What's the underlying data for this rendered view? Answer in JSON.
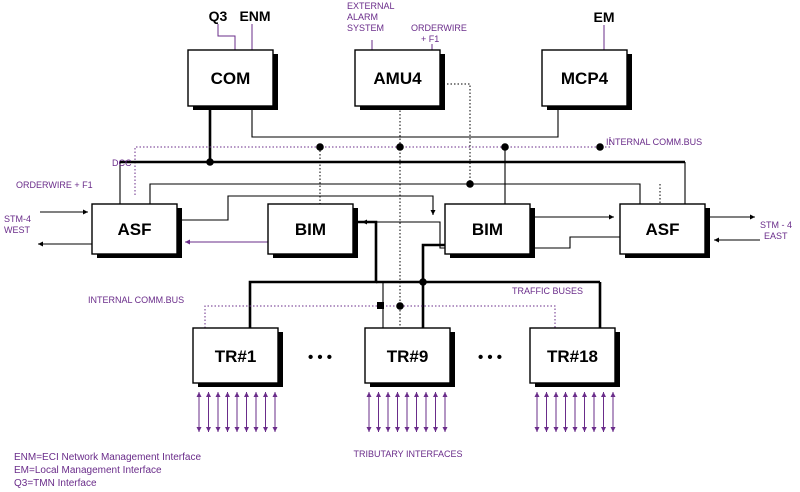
{
  "modules": {
    "com": "COM",
    "amu4": "AMU4",
    "mcp4": "MCP4",
    "asf_west": "ASF",
    "bim_left": "BIM",
    "bim_right": "BIM",
    "asf_east": "ASF",
    "tr1": "TR#1",
    "tr9": "TR#9",
    "tr18": "TR#18"
  },
  "labels": {
    "q3": "Q3",
    "enm": "ENM",
    "em": "EM",
    "external_alarm_1": "EXTERNAL",
    "external_alarm_2": "ALARM",
    "external_alarm_3": "SYSTEM",
    "orderwire_top_1": "ORDERWIRE",
    "orderwire_top_2": "+ F1",
    "internal_comm_bus_top": "INTERNAL COMM.BUS",
    "dcc": "DCC",
    "orderwire_left": "ORDERWIRE + F1",
    "stm4_west_1": "STM-4",
    "stm4_west_2": "WEST",
    "stm4_east_1": "STM - 4",
    "stm4_east_2": "EAST",
    "internal_comm_bus_bottom": "INTERNAL COMM.BUS",
    "traffic_buses": "TRAFFIC BUSES",
    "ellipsis": "• • •",
    "tributary_interfaces": "TRIBUTARY INTERFACES"
  },
  "legend": [
    "ENM=ECI Network Management Interface",
    "EM=Local Management Interface",
    "Q3=TMN Interface"
  ]
}
